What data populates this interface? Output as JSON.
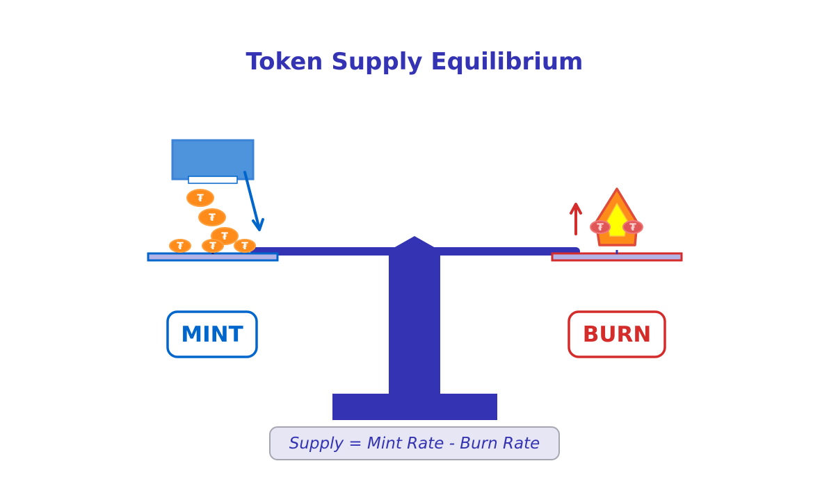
{
  "title": "Token Supply Equilibrium",
  "labels": {
    "mint": "MINT",
    "burn": "BURN"
  },
  "formula": "Supply = Mint Rate - Burn Rate",
  "coin_symbol": "₮",
  "icons": {
    "mint_machine": "mint-machine-icon",
    "mint_arrow": "arrow-down-right-icon",
    "burn_flame": "flame-icon",
    "burn_arrow": "arrow-up-icon",
    "coin": "coin-icon"
  },
  "colors": {
    "title": "#3333b3",
    "beam": "#3333b3",
    "mint": "#0066cc",
    "mint_machine": "#4d94dc",
    "burn": "#d42b2b",
    "coin": "#ff8c1a",
    "flame_outer": "#ff8c1a",
    "flame_inner": "#ffff00",
    "formula_bg": "#e6e6f5",
    "formula_border": "#a6a6b3"
  }
}
